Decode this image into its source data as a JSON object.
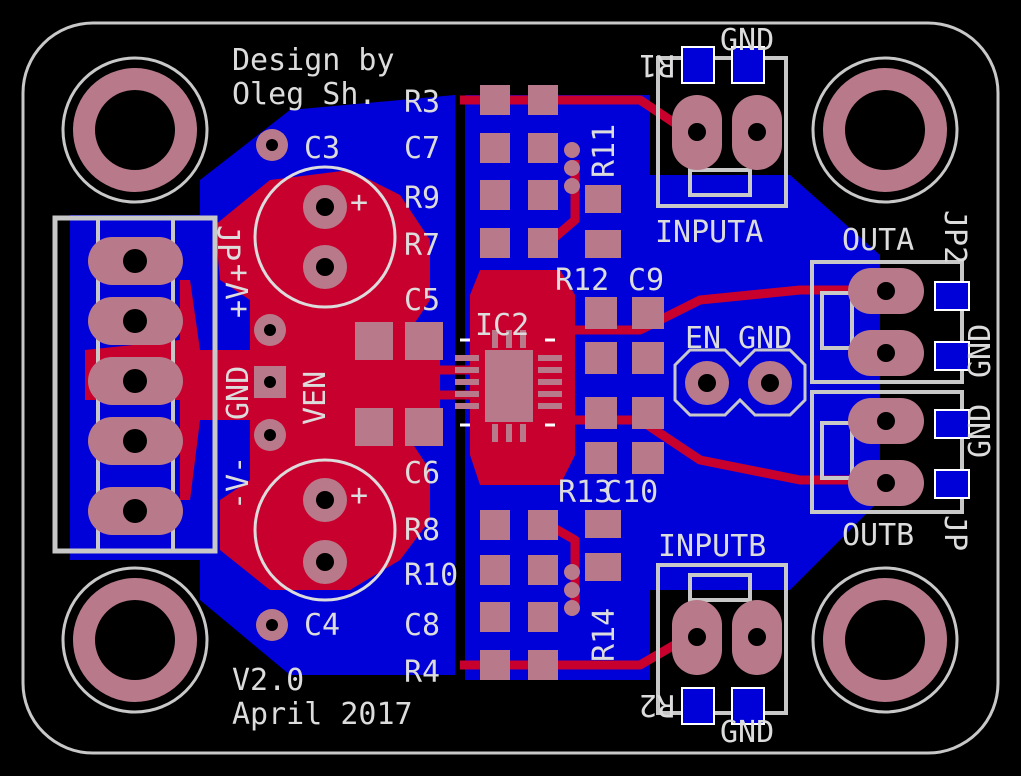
{
  "credits": {
    "line1": "Design by",
    "line2": "Oleg Sh.",
    "version": "V2.0",
    "date": "April 2017"
  },
  "labels": {
    "c3": "C3",
    "c4": "C4",
    "c5": "C5",
    "c6": "C6",
    "c7": "C7",
    "c8": "C8",
    "c9": "C9",
    "c10": "C10",
    "r1": "R1",
    "r2": "R2",
    "r3": "R3",
    "r4": "R4",
    "r7": "R7",
    "r8": "R8",
    "r9": "R9",
    "r10": "R10",
    "r11": "R11",
    "r12": "R12",
    "r13": "R13",
    "r14": "R14",
    "ic2": "IC2",
    "ven": "VEN",
    "gnd_top": "GND",
    "gnd_bottom": "GND",
    "gnd_power": "GND",
    "gnd_en": "GND",
    "gnd_out1": "GND",
    "gnd_out2": "GND",
    "v_plus": "+V+",
    "v_minus": "-V-",
    "inputa": "INPUTA",
    "inputb": "INPUTB",
    "outa": "OUTA",
    "outb": "OUTB",
    "en": "EN",
    "jp2": "JP2",
    "jp_outb": "JP",
    "jp_left": "JP",
    "plus1": "+",
    "plus2": "+"
  },
  "colors": {
    "background": "#000000",
    "outline": "#c8c8c8",
    "copper_bottom": "#0000d8",
    "copper_top": "#c8002e",
    "pad": "#b87a8a",
    "pad_dark": "#6a5055",
    "hole": "#000000",
    "silk": "#dcdcdc"
  }
}
